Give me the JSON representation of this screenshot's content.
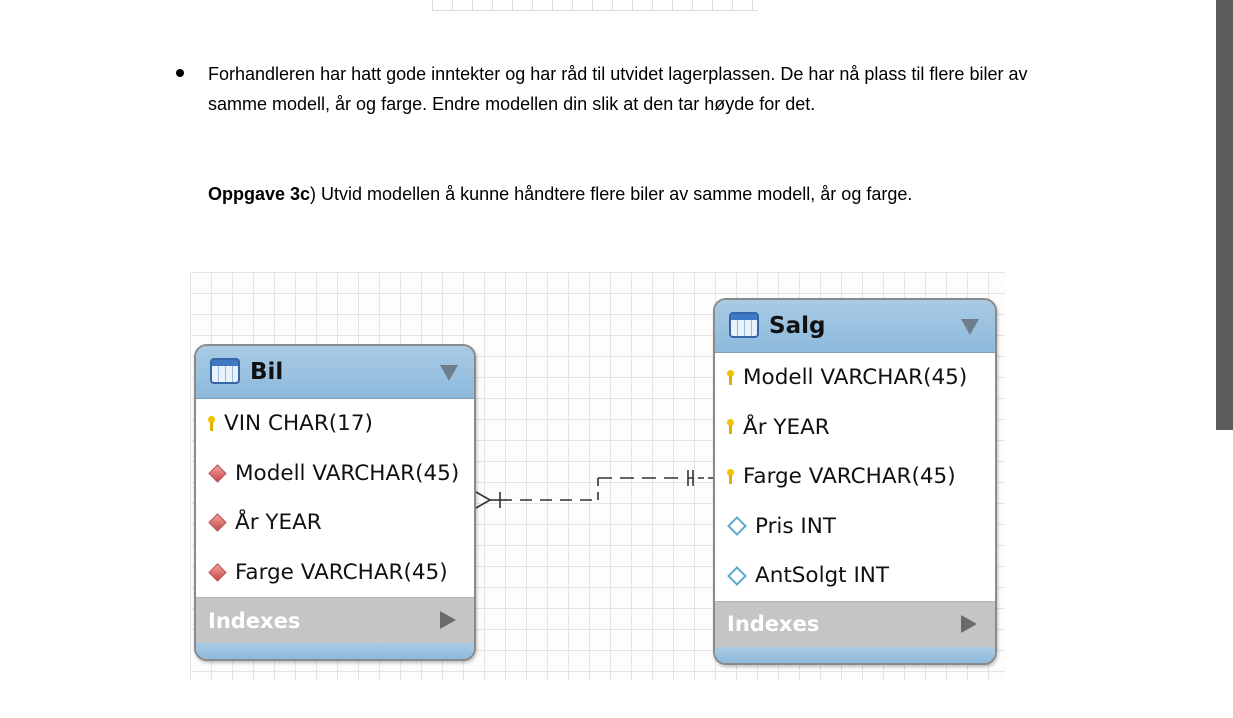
{
  "document": {
    "bullet_text": "Forhandleren har hatt gode inntekter og har råd til utvidet lagerplassen. De har nå plass til flere biler av samme modell, år og farge. Endre modellen din slik at den tar høyde for det.",
    "task_label": "Oppgave 3c",
    "task_text": ") Utvid modellen å kunne håndtere flere biler av samme modell, år og farge."
  },
  "diagram": {
    "bil": {
      "title": "Bil",
      "columns": [
        {
          "icon": "primary-key-icon",
          "text": "VIN CHAR(17)"
        },
        {
          "icon": "foreign-key-icon",
          "text": "Modell VARCHAR(45)"
        },
        {
          "icon": "foreign-key-icon",
          "text": "År YEAR"
        },
        {
          "icon": "foreign-key-icon",
          "text": "Farge VARCHAR(45)"
        }
      ],
      "indexes_label": "Indexes"
    },
    "salg": {
      "title": "Salg",
      "columns": [
        {
          "icon": "primary-key-icon",
          "text": "Modell VARCHAR(45)"
        },
        {
          "icon": "primary-key-icon",
          "text": "År YEAR"
        },
        {
          "icon": "primary-key-icon",
          "text": "Farge VARCHAR(45)"
        },
        {
          "icon": "attribute-icon",
          "text": "Pris INT"
        },
        {
          "icon": "attribute-icon",
          "text": "AntSolgt INT"
        }
      ],
      "indexes_label": "Indexes"
    },
    "relationship": {
      "from": "Bil",
      "to": "Salg",
      "type": "many-to-one"
    }
  },
  "colors": {
    "header_blue": "#8db9dc",
    "indexes_gray": "#c5c5c5",
    "scrollbar": "#5c5c5c"
  }
}
